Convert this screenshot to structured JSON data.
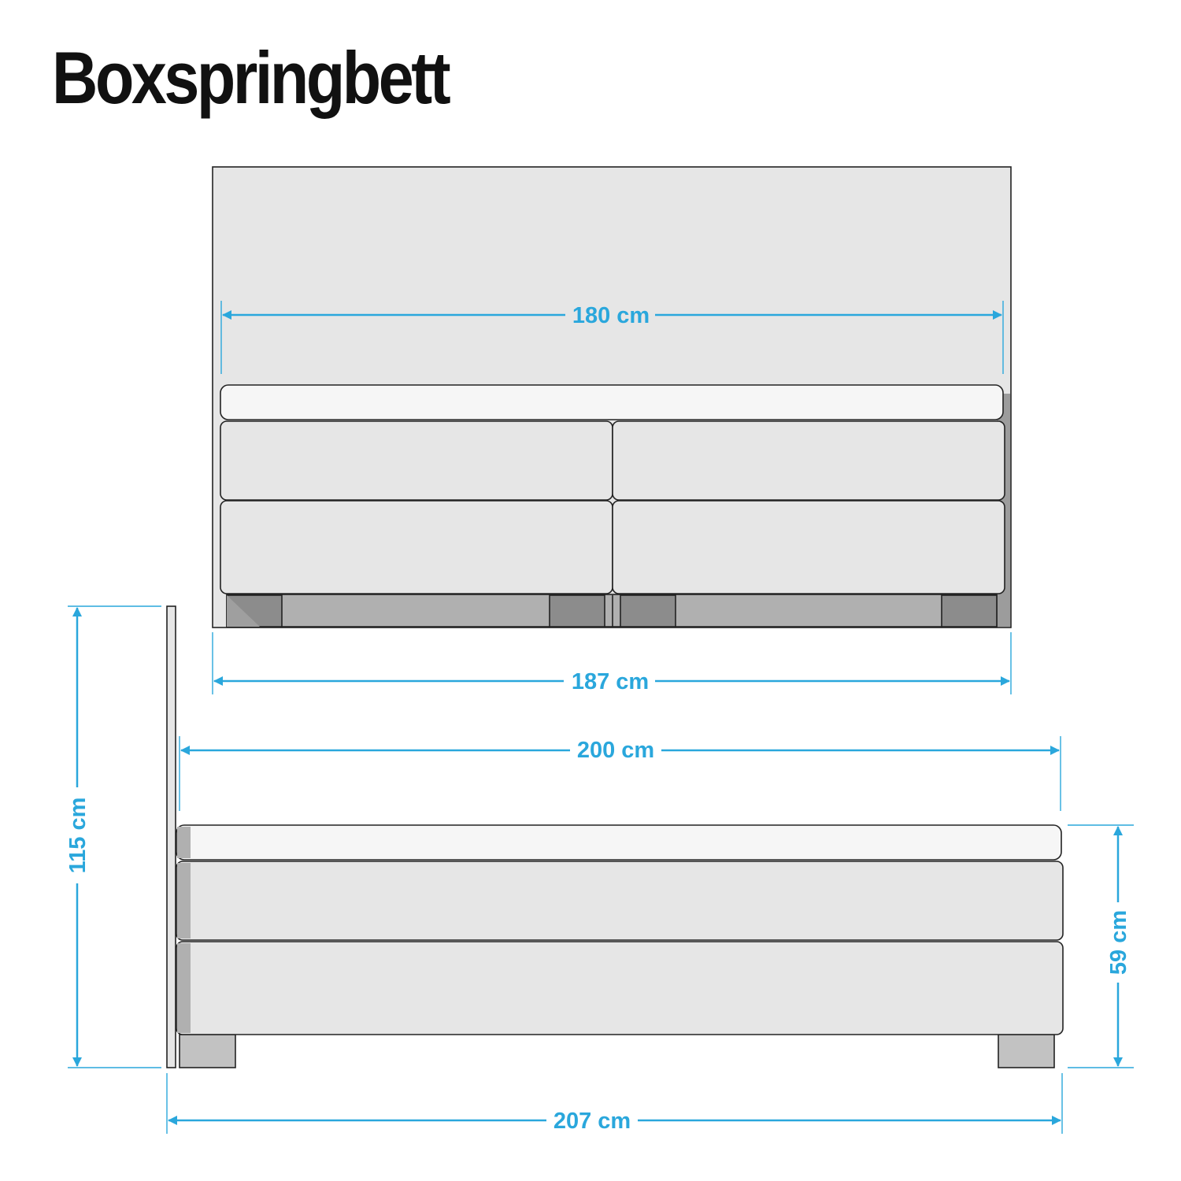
{
  "title": "Boxspringbett",
  "colors": {
    "dimension": "#2aa7dc",
    "headboard": "#e6e6e6",
    "topper": "#f6f6f6",
    "box": "#e6e6e6",
    "shadow": "#b0b0b0",
    "feet": "#8c8c8c",
    "feet_side": "#c2c2c2"
  },
  "dimensions": {
    "mattress_width": "180 cm",
    "bed_width": "187 cm",
    "bed_length": "200 cm",
    "total_length": "207 cm",
    "total_height": "115 cm",
    "bed_height": "59 cm"
  }
}
